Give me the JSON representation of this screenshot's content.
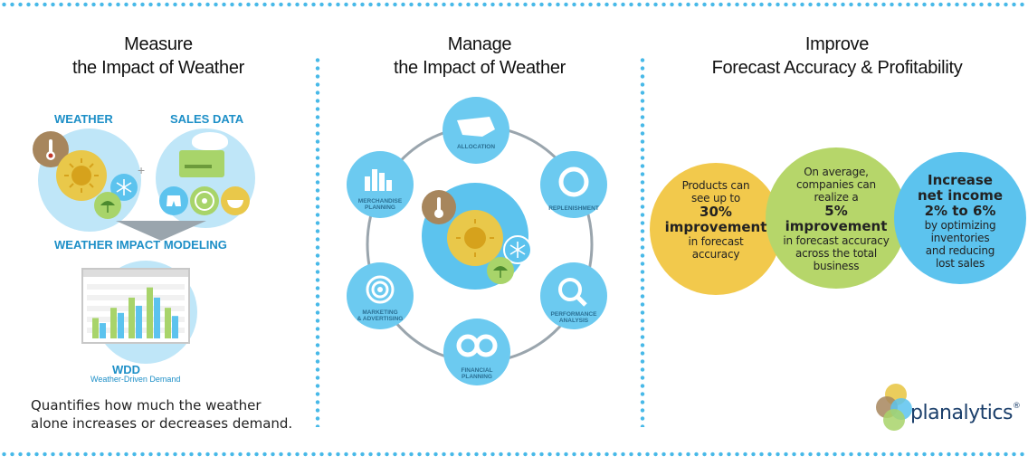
{
  "columns": {
    "measure": {
      "title_line1": "Measure",
      "title_line2": "the Impact of Weather"
    },
    "manage": {
      "title_line1": "Manage",
      "title_line2": "the Impact of Weather"
    },
    "improve": {
      "title_line1": "Improve",
      "title_line2": "Forecast Accuracy & Profitability"
    }
  },
  "measure_section": {
    "weather_label": "WEATHER",
    "sales_data_label": "SALES DATA",
    "plus_sign": "+",
    "modeling_label": "WEATHER IMPACT MODELING",
    "wdd_label": "WDD",
    "wdd_sub": "Weather-Driven Demand",
    "description_line1": "Quantifies how much the weather",
    "description_line2": "alone increases or decreases demand."
  },
  "cycle_nodes": {
    "allocation": "ALLOCATION",
    "replenishment": "REPLENISHMENT",
    "performance_line1": "PERFORMANCE",
    "performance_line2": "ANALYSIS",
    "financial_line1": "FINANCIAL",
    "financial_line2": "PLANNING",
    "marketing_line1": "MARKETING",
    "marketing_line2": "& ADVERTISING",
    "merchandise_line1": "MERCHANDISE",
    "merchandise_line2": "PLANNING"
  },
  "bubbles": {
    "yellow": {
      "line1": "Products can",
      "line2": "see up to",
      "big1": "30%",
      "big2": "improvement",
      "line3": "in forecast",
      "line4": "accuracy",
      "color": "#f2c94c"
    },
    "green": {
      "line1": "On average,",
      "line2": "companies can",
      "line3": "realize a",
      "big1": "5%",
      "big2": "improvement",
      "line4": "in forecast accuracy",
      "line5": "across the total",
      "line6": "business",
      "color": "#b6d66a"
    },
    "blue": {
      "big1": "Increase",
      "big2": "net income",
      "big3": "2% to 6%",
      "line1": "by optimizing",
      "line2": "inventories",
      "line3": "and reducing",
      "line4": "lost sales",
      "color": "#5cc3ee"
    }
  },
  "logo": {
    "text": "planalytics",
    "mark": "®"
  },
  "colors": {
    "dot_blue": "#48b9e8",
    "light_blue": "#bfe6f8",
    "mid_blue": "#6ccaf0",
    "sun_yellow": "#e9c84a",
    "brown": "#a7865d",
    "lime": "#a8d46a"
  },
  "chart_thumbnail": {
    "type": "bar",
    "series": [
      {
        "values": [
          2,
          3,
          4,
          5,
          3
        ]
      },
      {
        "values": [
          1.5,
          2.5,
          3.2,
          4,
          2.2
        ]
      }
    ]
  }
}
